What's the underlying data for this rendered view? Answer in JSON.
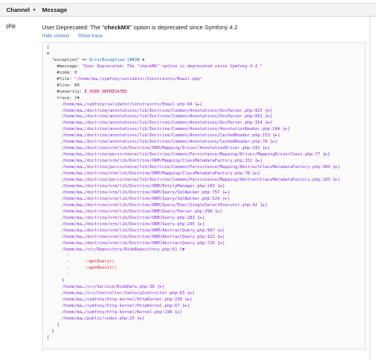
{
  "header": {
    "channel_label": "Channel",
    "message_label": "Message"
  },
  "entry": {
    "channel": "php",
    "message_prefix": "User Deprecated: The \"",
    "message_bold": "checkMX",
    "message_suffix": "\" option is deprecated since Symfony 4.2",
    "hide_context": "Hide context",
    "show_trace": "Show trace"
  },
  "dump": {
    "lines": [
      {
        "t": "[",
        "c": "k",
        "indent": 0
      },
      {
        "t": "▼",
        "c": "tri",
        "indent": 0
      },
      {
        "t": "\"exception\" => ErrorException {#838 ▼",
        "c": "mix1",
        "indent": 1
      },
      {
        "t": "#message: \"User Deprecated: The \"checkMX\" option is deprecated since Symfony 4.2.\"",
        "c": "mix2",
        "indent": 2
      },
      {
        "t": "#code: 0",
        "c": "k",
        "indent": 2
      },
      {
        "t": "#file: \"/home/ma…/symfony/validator/Constraints/Email.php\"",
        "c": "mix2",
        "indent": 2
      },
      {
        "t": "#line: 84",
        "c": "k",
        "indent": 2
      },
      {
        "t": "#severity: E_USER_DEPRECATED",
        "c": "mix3",
        "indent": 2
      },
      {
        "t": "trace: {▼",
        "c": "k",
        "indent": 2
      },
      {
        "t": "/home/ma…/symfony/validator/Constraints/Email.php:84 {►}",
        "c": "s",
        "indent": 3
      },
      {
        "t": "/home/ma…/doctrine/annotations/lib/Doctrine/Common/Annotations/DocParser.php:825 {►}",
        "c": "s",
        "indent": 3
      },
      {
        "t": "/home/ma…/doctrine/annotations/lib/Doctrine/Common/Annotations/DocParser.php:661 {►}",
        "c": "s",
        "indent": 3
      },
      {
        "t": "/home/ma…/doctrine/annotations/lib/Doctrine/Common/Annotations/DocParser.php:354 {►}",
        "c": "s",
        "indent": 3
      },
      {
        "t": "/home/ma…/doctrine/annotations/lib/Doctrine/Common/Annotations/AnnotationReader.php:244 {►}",
        "c": "s",
        "indent": 3
      },
      {
        "t": "/home/ma…/doctrine/annotations/lib/Doctrine/Common/Annotations/CachedReader.php:153 {►}",
        "c": "s",
        "indent": 3
      },
      {
        "t": "/home/ma…/doctrine/annotations/lib/Doctrine/Common/Annotations/CachedReader.php:78 {►}",
        "c": "s",
        "indent": 3
      },
      {
        "t": "/home/ma…/doctrine/orm/lib/Doctrine/ORM/Mapping/Driver/AnnotationDriver.php:292 {►}",
        "c": "s",
        "indent": 3
      },
      {
        "t": "/home/ma…/doctrine/persistence/lib/Doctrine/Common/Persistence/Mapping/Driver/MappingDriverChain.php:77 {►}",
        "c": "s",
        "indent": 3
      },
      {
        "t": "/home/ma…/doctrine/orm/lib/Doctrine/ORM/Mapping/ClassMetadataFactory.php:151 {►}",
        "c": "s",
        "indent": 3
      },
      {
        "t": "/home/ma…/doctrine/persistence/lib/Doctrine/Common/Persistence/Mapping/AbstractClassMetadataFactory.php:304 {►}",
        "c": "s",
        "indent": 3
      },
      {
        "t": "/home/ma…/doctrine/orm/lib/Doctrine/ORM/Mapping/ClassMetadataFactory.php:78 {►}",
        "c": "s",
        "indent": 3
      },
      {
        "t": "/home/ma…/doctrine/persistence/lib/Doctrine/Common/Persistence/Mapping/AbstractClassMetadataFactory.php:183 {►}",
        "c": "s",
        "indent": 3
      },
      {
        "t": "/home/ma…/doctrine/orm/lib/Doctrine/ORM/EntityManager.php:283 {►}",
        "c": "s",
        "indent": 3
      },
      {
        "t": "/home/ma…/doctrine/orm/lib/Doctrine/ORM/Query/SqlWalker.php:757 {►}",
        "c": "s",
        "indent": 3
      },
      {
        "t": "/home/ma…/doctrine/orm/lib/Doctrine/ORM/Query/SqlWalker.php:524 {►}",
        "c": "s",
        "indent": 3
      },
      {
        "t": "/home/ma…/doctrine/orm/lib/Doctrine/ORM/Query/Exec/SingleSelectExecutor.php:42 {►}",
        "c": "s",
        "indent": 3
      },
      {
        "t": "/home/ma…/doctrine/orm/lib/Doctrine/ORM/Query/Parser.php:398 {►}",
        "c": "s",
        "indent": 3
      },
      {
        "t": "/home/ma…/doctrine/orm/lib/Doctrine/ORM/Query.php:283 {►}",
        "c": "s",
        "indent": 3
      },
      {
        "t": "/home/ma…/doctrine/orm/lib/Doctrine/ORM/Query.php:295 {►}",
        "c": "s",
        "indent": 3
      },
      {
        "t": "/home/ma…/doctrine/orm/lib/Doctrine/ORM/AbstractQuery.php:967 {►}",
        "c": "s",
        "indent": 3
      },
      {
        "t": "/home/ma…/doctrine/orm/lib/Doctrine/ORM/AbstractQuery.php:922 {►}",
        "c": "s",
        "indent": 3
      },
      {
        "t": "/home/ma…/doctrine/orm/lib/Doctrine/ORM/AbstractQuery.php:726 {►}",
        "c": "s",
        "indent": 3
      },
      {
        "t": "/home/ma…/src/Repository/RideRepository.php:61 {▼",
        "c": "s",
        "indent": 3
      },
      {
        "t": "›",
        "c": "p",
        "indent": 4
      },
      {
        "t": "›      ->getQuery()",
        "c": "p",
        "indent": 4
      },
      {
        "t": "›      ->getResult()",
        "c": "p",
        "indent": 4
      },
      {
        "t": "›",
        "c": "p",
        "indent": 4
      },
      {
        "t": "}",
        "c": "k",
        "indent": 3
      },
      {
        "t": "/home/ma…/src/Service/RideData.php:36 {►}",
        "c": "s",
        "indent": 3
      },
      {
        "t": "/home/ma…/src/Controller/CenturyController.php:63 {►}",
        "c": "s",
        "indent": 3
      },
      {
        "t": "/home/ma…/symfony/http-kernel/HttpKernel.php:150 {►}",
        "c": "s",
        "indent": 3
      },
      {
        "t": "/home/ma…/symfony/http-kernel/HttpKernel.php:67 {►}",
        "c": "s",
        "indent": 3
      },
      {
        "t": "/home/ma…/symfony/http-kernel/Kernel.php:198 {►}",
        "c": "s",
        "indent": 3
      },
      {
        "t": "/home/ma…/public/index.php:25 {►}",
        "c": "s",
        "indent": 3
      },
      {
        "t": "}",
        "c": "k",
        "indent": 2
      },
      {
        "t": "}",
        "c": "k",
        "indent": 1
      },
      {
        "t": "]",
        "c": "k",
        "indent": 0
      }
    ]
  },
  "colors": {
    "link": "#3c78c2",
    "path": "#8a2be2",
    "key": "#3b3b3b",
    "constant": "#c8006d",
    "header_bg": "#f3f3f3"
  }
}
